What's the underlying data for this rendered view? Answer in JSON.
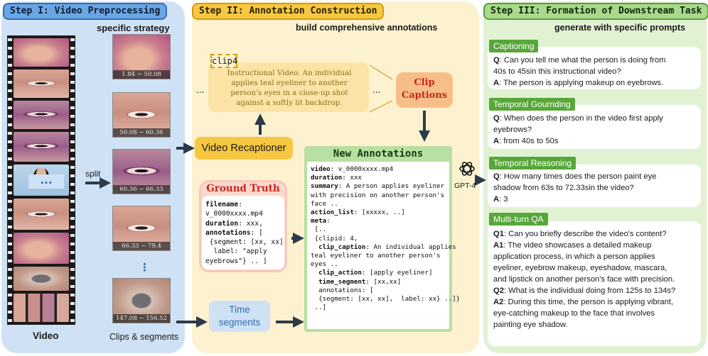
{
  "steps": {
    "step1": {
      "title": "Step I: Video Preprocessing",
      "strategy": "specific strategy",
      "split_label": "split",
      "video_label": "Video",
      "clips_label": "Clips & segments",
      "dots": "...",
      "vdots": "⋮"
    },
    "step2": {
      "title": "Step II: Annotation Construction",
      "subtitle": "build comprehensive annotations"
    },
    "step3": {
      "title": "Step III: Formation of Downstream Task",
      "subtitle": "generate with specific prompts"
    }
  },
  "clip_timestamps": [
    "1.84 ~ 50.08",
    "50.08 ~ 60.36",
    "60.36 ~ 66.33",
    "66.33 ~ 79.4",
    "147.08 ~ 156.52"
  ],
  "clip_box": {
    "tag": "clip4",
    "caption_lines": [
      "Instructional Video. An individual",
      "applies teal eyeliner to another",
      "person's eyes in a close-up shot",
      "against a softly lit backdrop."
    ],
    "left_dots": "...",
    "right_dots": "..."
  },
  "clip_captions": {
    "line1": "Clip",
    "line2": "Captions"
  },
  "video_recaptioner": "Video Recaptioner",
  "ground_truth": {
    "title": "Ground Truth",
    "lines": [
      {
        "key": "filename",
        "rest": ":"
      },
      {
        "key": "",
        "rest": "v_0000xxxx.mp4"
      },
      {
        "key": "duration",
        "rest": ": xxx,"
      },
      {
        "key": "annotations",
        "rest": ": ["
      },
      {
        "key": "",
        "rest": " {segment: [xx, xx]"
      },
      {
        "key": "",
        "rest": "  label: \"apply"
      },
      {
        "key": "",
        "rest": "eyebrows\"} .. ]"
      }
    ]
  },
  "time_segments": {
    "line1": "Time",
    "line2": "segments"
  },
  "new_annotations": {
    "title": "New Annotations",
    "lines": [
      {
        "key": "video",
        "rest": ": v_0000xxxx.mp4"
      },
      {
        "key": "duration",
        "rest": ": xxx"
      },
      {
        "key": "summary",
        "rest": ": A person applies eyeliner"
      },
      {
        "key": "",
        "rest": "with precision on another person's"
      },
      {
        "key": "",
        "rest": "face .."
      },
      {
        "key": "action_list",
        "rest": ": [xxxxx, ..]"
      },
      {
        "key": "meta",
        "rest": ":"
      },
      {
        "key": "",
        "rest": " [.."
      },
      {
        "key": "",
        "rest": " {clipid: 4,"
      },
      {
        "key": "  clip_caption",
        "rest": ": An individual applies"
      },
      {
        "key": "",
        "rest": "teal eyeliner to another person's"
      },
      {
        "key": "",
        "rest": "eyes .."
      },
      {
        "key": "  clip_action",
        "rest": ": [apply eyeliner]"
      },
      {
        "key": "  time_segment",
        "rest": ": [xx,xx]"
      },
      {
        "key": "",
        "rest": "  annotations: ["
      },
      {
        "key": "",
        "rest": "  {segment: [xx, xx],  label: xx} ..]}"
      },
      {
        "key": "",
        "rest": " ..]"
      }
    ]
  },
  "gpt_label": "GPT-4",
  "tasks": [
    {
      "tag": "Captioning",
      "items": [
        {
          "k": "Q",
          "v": ": Can you tell me what the person is doing from"
        },
        {
          "k": "",
          "v": "40s to 45sin this instructional video?"
        },
        {
          "k": "A",
          "v": ": The person is applying makeup on eyebrows."
        }
      ]
    },
    {
      "tag": "Temporal Gournding",
      "items": [
        {
          "k": "Q",
          "v": ": When does the person in the video first apply"
        },
        {
          "k": "",
          "v": "eyebrows?"
        },
        {
          "k": "A",
          "v": ": from 40s to 50s"
        }
      ]
    },
    {
      "tag": "Temporal Reasoning",
      "items": [
        {
          "k": "Q",
          "v": ": How many times does the person paint eye"
        },
        {
          "k": "",
          "v": "shadow from 63s to 72.33sin the video?"
        },
        {
          "k": "A",
          "v": ": 3"
        }
      ]
    },
    {
      "tag": "Multi-turn QA",
      "items": [
        {
          "k": "Q1",
          "v": ": Can you briefly describe the video's content?"
        },
        {
          "k": "A1",
          "v": ": The video showcases a detailed makeup"
        },
        {
          "k": "",
          "v": "application process, in which a person applies"
        },
        {
          "k": "",
          "v": "eyeliner, eyebrow makeup, eyeshadow, mascara,"
        },
        {
          "k": "",
          "v": "and lipstick on another person's face with precision."
        },
        {
          "k": "Q2",
          "v": ": What is the individual doing from 125s to 134s?"
        },
        {
          "k": "A2",
          "v": ": During this time, the person is applying vibrant,"
        },
        {
          "k": "",
          "v": "eye-catching makeup to the face that involves"
        },
        {
          "k": "",
          "v": "painting eye shadow."
        }
      ]
    }
  ],
  "colors": {
    "step1_bg": "#cfe2f5",
    "step2_bg": "#fdf2cf",
    "step3_bg": "#e1f2d3",
    "red_title": "#c8261a",
    "blue_text": "#2f6fb3",
    "task_green": "#58a63a"
  }
}
